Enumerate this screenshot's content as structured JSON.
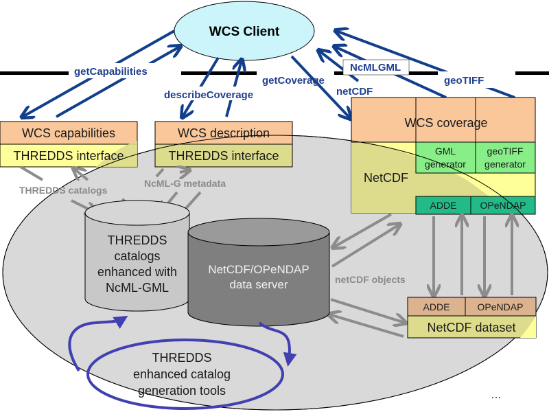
{
  "colors": {
    "client_fill": "#ccf5fb",
    "blue_arrow": "#123f8c",
    "gray_arrow": "#8c8c8c",
    "region_fill": "#d9d9d9",
    "wcs_box": "#f9c79a",
    "thredds_box": "#ffff99",
    "thredds_box_in": "#dcdc8c",
    "netcdf_fill": "#dcdc8c",
    "generator_fill": "#88ee88",
    "access_fill": "#22bb88",
    "dataset_access_fill": "#dcb38f",
    "catalog_cyl": "#c8c8c8",
    "server_cyl": "#7f7f7f",
    "loop_blue": "#4040b0"
  },
  "client": {
    "label": "WCS Client"
  },
  "requests": {
    "get_capabilities": "getCapabilities",
    "describe_coverage": "describeCoverage",
    "get_coverage": "getCoverage",
    "ncml_gml": "NcMLGML",
    "net_cdf": "netCDF",
    "geo_tiff": "geoTIFF"
  },
  "capabilities_box": {
    "top": "WCS capabilities",
    "bottom": "THREDDS interface"
  },
  "description_box": {
    "top": "WCS description",
    "bottom": "THREDDS interface"
  },
  "coverage_box": {
    "title": "WCS coverage",
    "netcdf": "NetCDF",
    "gml_generator": [
      "GML",
      "generator"
    ],
    "geotiff_generator": [
      "geoTIFF",
      "generator"
    ],
    "adde": "ADDE",
    "opendap": "OPeNDAP"
  },
  "internal_labels": {
    "thredds_catalogs": "THREDDS catalogs",
    "ncml_g_metadata": "NcML-G metadata",
    "netcdf_objects": "netCDF objects"
  },
  "catalog_cylinder": {
    "lines": [
      "THREDDS",
      "catalogs",
      "enhanced with",
      "NcML-GML"
    ]
  },
  "server_cylinder": {
    "lines": [
      "NetCDF/OPeNDAP",
      "data server"
    ]
  },
  "dataset_box": {
    "adde": "ADDE",
    "opendap": "OPeNDAP",
    "title": "NetCDF dataset"
  },
  "tools": {
    "lines": [
      "THREDDS",
      "enhanced catalog",
      "generation tools"
    ]
  },
  "ellipsis": "…"
}
